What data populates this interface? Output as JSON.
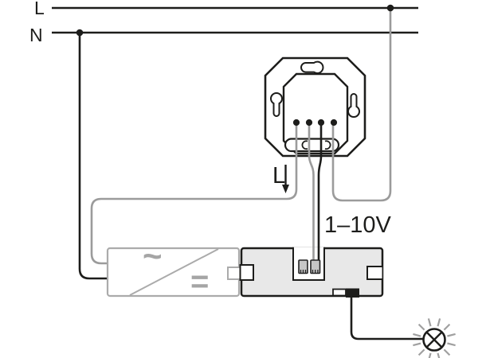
{
  "labels": {
    "live": "L",
    "neutral": "N",
    "switched_live": "L",
    "control_voltage": "1–10V",
    "ac_symbol": "~",
    "dc_symbol": "="
  },
  "colors": {
    "line": "#1d1d1b",
    "wire_gray": "#9b9b9b",
    "housing_fill": "#e8e8e8",
    "symbol_gray": "#a5a5a5",
    "background": "#ffffff"
  }
}
